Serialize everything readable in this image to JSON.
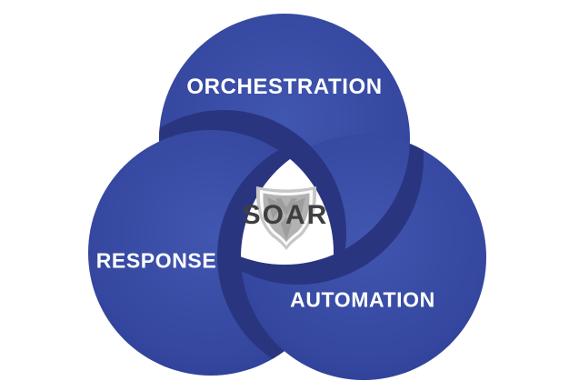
{
  "diagram": {
    "type": "venn-triple-swirl",
    "center": {
      "label": "SOAR",
      "icon": "shield-icon"
    },
    "circles": [
      {
        "id": "orchestration",
        "label": "ORCHESTRATION"
      },
      {
        "id": "response",
        "label": "RESPONSE"
      },
      {
        "id": "automation",
        "label": "AUTOMATION"
      }
    ],
    "colors": {
      "circle_blue": "#4156b0",
      "circle_blue_edge": "#2c3a91",
      "swoosh_navy": "#2a3580",
      "label_text": "#ffffff",
      "soar_text": "#3e3f41",
      "shield_light_gray": "#c7c7c7",
      "shield_mid_gray": "#b2b2b2",
      "shield_dark_gray": "#9d9d9d",
      "background": "#ffffff"
    }
  }
}
